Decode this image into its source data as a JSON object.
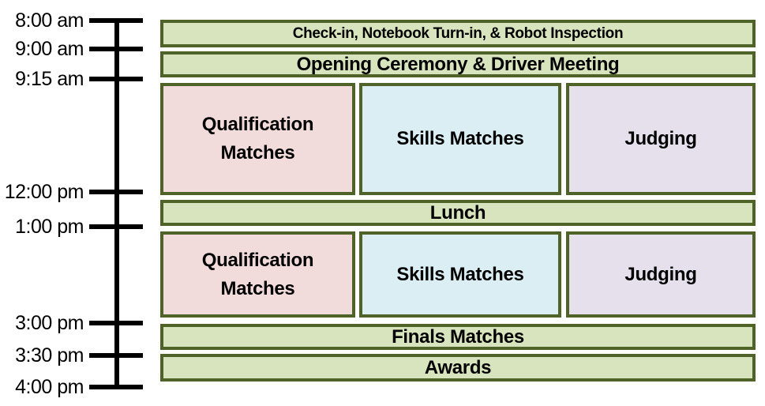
{
  "timeline": {
    "times": [
      {
        "label": "8:00 am"
      },
      {
        "label": "9:00 am"
      },
      {
        "label": "9:15 am"
      },
      {
        "label": "12:00 pm"
      },
      {
        "label": "1:00 pm"
      },
      {
        "label": "3:00 pm"
      },
      {
        "label": "3:30 pm"
      },
      {
        "label": "4:00 pm"
      }
    ]
  },
  "rows": [
    {
      "type": "bar",
      "label": "Check-in, Notebook Turn-in, & Robot Inspection",
      "color": "green",
      "start": "8:00 am",
      "end": "9:00 am"
    },
    {
      "type": "bar",
      "label": "Opening Ceremony & Driver Meeting",
      "color": "green",
      "start": "9:00 am",
      "end": "9:15 am"
    },
    {
      "type": "columns",
      "start": "9:15 am",
      "end": "12:00 pm",
      "items": [
        {
          "label": "Qualification Matches",
          "color": "pink"
        },
        {
          "label": "Skills Matches",
          "color": "blue"
        },
        {
          "label": "Judging",
          "color": "purple"
        }
      ]
    },
    {
      "type": "bar",
      "label": "Lunch",
      "color": "green",
      "start": "12:00 pm",
      "end": "1:00 pm"
    },
    {
      "type": "columns",
      "start": "1:00 pm",
      "end": "3:00 pm",
      "items": [
        {
          "label": "Qualification Matches",
          "color": "pink"
        },
        {
          "label": "Skills Matches",
          "color": "blue"
        },
        {
          "label": "Judging",
          "color": "purple"
        }
      ]
    },
    {
      "type": "bar",
      "label": "Finals Matches",
      "color": "green",
      "start": "3:00 pm",
      "end": "3:30 pm"
    },
    {
      "type": "bar",
      "label": "Awards",
      "color": "green",
      "start": "3:30 pm",
      "end": "4:00 pm"
    }
  ],
  "colors": {
    "green_fill": "#d7e4bd",
    "pink_fill": "#f2dcdb",
    "blue_fill": "#daeef3",
    "purple_fill": "#e5e0ec",
    "border": "#4f6228",
    "axis": "#000000"
  }
}
